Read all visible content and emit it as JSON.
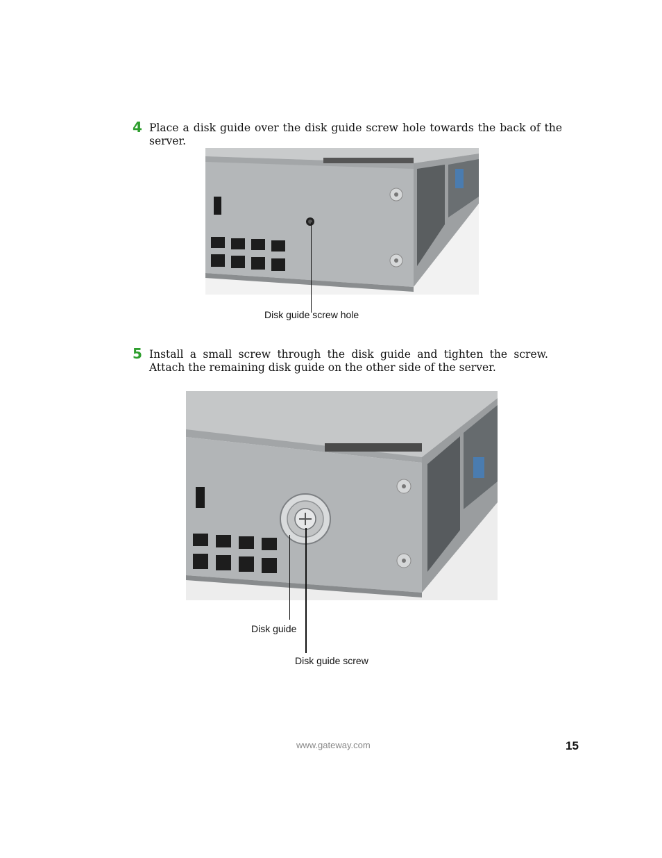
{
  "steps": [
    {
      "number": "4",
      "text": "Place a disk guide over the disk guide screw hole towards the back of the server.",
      "callouts": [
        "Disk guide screw hole"
      ]
    },
    {
      "number": "5",
      "text": "Install a small screw through the disk guide and tighten the screw. Attach the remaining disk guide on the other side of the server.",
      "callouts": [
        "Disk guide",
        "Disk guide screw"
      ]
    }
  ],
  "footer": {
    "url": "www.gateway.com",
    "page_number": "15"
  }
}
